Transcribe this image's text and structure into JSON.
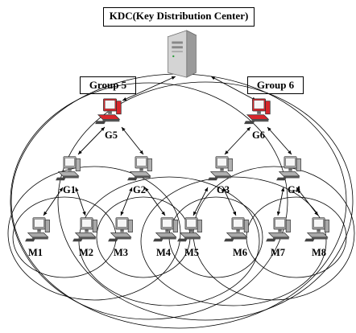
{
  "kdc": {
    "title": "KDC(Key Distribution Center)"
  },
  "groups": [
    {
      "label": "Group 5"
    },
    {
      "label": "Group 6"
    }
  ],
  "nodes": {
    "G5": "G5",
    "G6": "G6",
    "G1": "G1",
    "G2": "G2",
    "G3": "G3",
    "G4": "G4",
    "M1": "M1",
    "M2": "M2",
    "M3": "M3",
    "M4": "M4",
    "M5": "M5",
    "M6": "M6",
    "M7": "M7",
    "M8": "M8"
  },
  "colors": {
    "group_head": "#d8262b",
    "subgroup_head": "#b0b0b0",
    "member": "#a8a8a8",
    "line": "#000000"
  }
}
